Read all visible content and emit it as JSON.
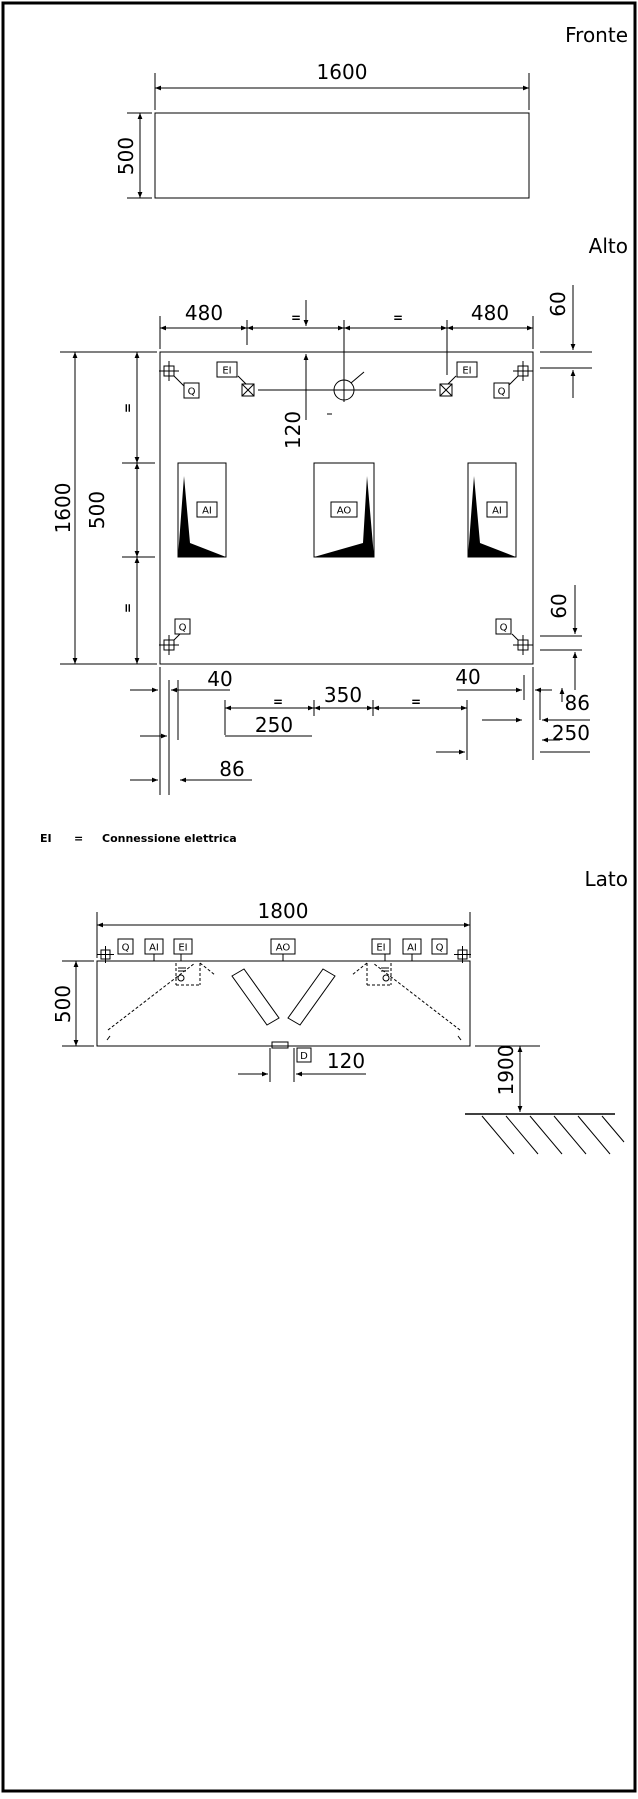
{
  "views": {
    "fronte": "Fronte",
    "alto": "Alto",
    "lato": "Lato"
  },
  "fronte": {
    "width": "1600",
    "height": "500"
  },
  "alto": {
    "w_left": "480",
    "w_right": "480",
    "eq": "=",
    "top_offset": "60",
    "depth": "1600",
    "mid_height": "500",
    "eq_v": "=",
    "outlet_offset": "120",
    "bottom_offset": "60",
    "edge_left": "40",
    "edge_right": "40",
    "center_gap": "350",
    "left_250": "250",
    "right_250": "250",
    "left_86": "86",
    "right_86": "86",
    "tag_q": "Q",
    "tag_ei": "EI",
    "tag_ai": "AI",
    "tag_ao": "AO"
  },
  "legend": {
    "code": "EI",
    "eq": "=",
    "text": "Connessione elettrica"
  },
  "lato": {
    "length": "1800",
    "height": "500",
    "drain_offset": "120",
    "floor_height": "1900",
    "tag_q": "Q",
    "tag_ai": "AI",
    "tag_ei": "EI",
    "tag_ao": "AO",
    "tag_d": "D"
  }
}
